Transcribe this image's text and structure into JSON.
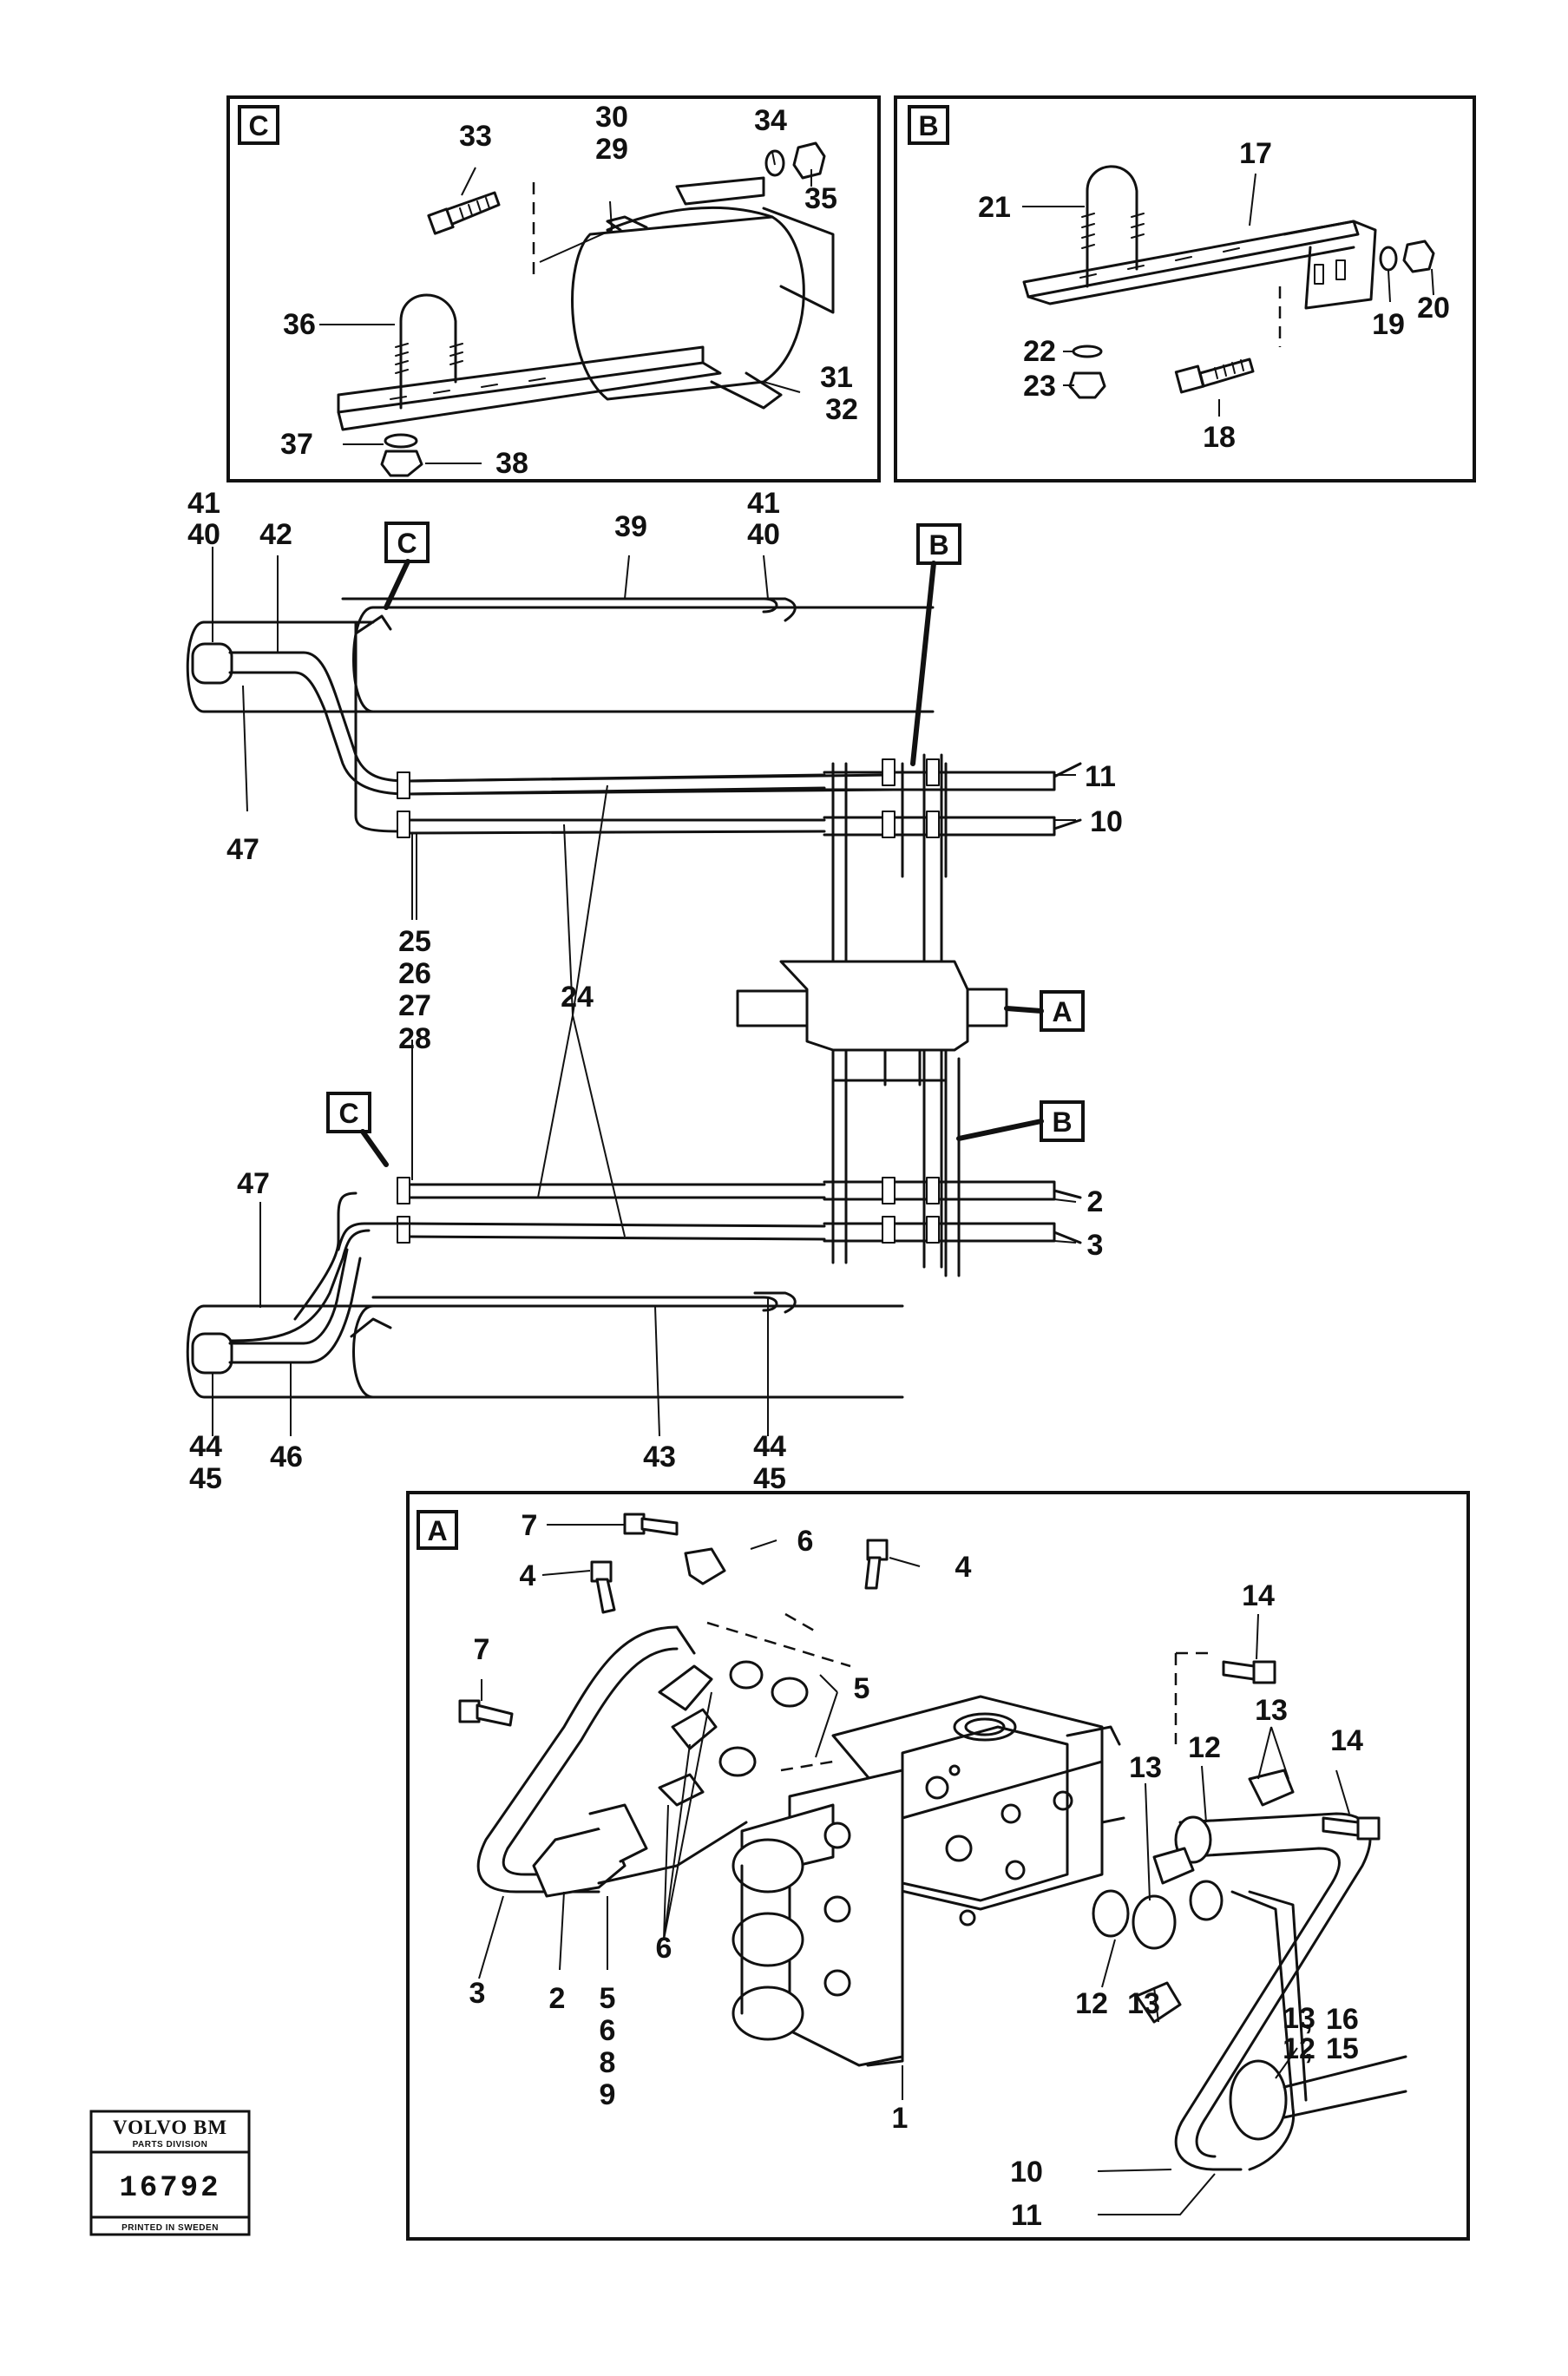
{
  "detail_panels": {
    "C": {
      "tag": "C"
    },
    "B": {
      "tag": "B"
    },
    "A": {
      "tag": "A"
    }
  },
  "view_tags": {
    "c_upper": "C",
    "b_upper": "B",
    "a_middle": "A",
    "b_lower": "B",
    "c_lower": "C"
  },
  "callouts": {
    "c29": "29",
    "c30": "30",
    "c31": "31",
    "c32": "32",
    "c33": "33",
    "c34": "34",
    "c35": "35",
    "c36": "36",
    "c37": "37",
    "c38": "38",
    "b17": "17",
    "b18": "18",
    "b19": "19",
    "b20": "20",
    "b21": "21",
    "b22": "22",
    "b23": "23",
    "m40a": "40",
    "m41a": "41",
    "m42": "42",
    "m39": "39",
    "m40b": "40",
    "m41b": "41",
    "m47a": "47",
    "m11": "11",
    "m10": "10",
    "m25": "25",
    "m26": "26",
    "m27": "27",
    "m28": "28",
    "m24": "24",
    "m47b": "47",
    "m2": "2",
    "m3": "3",
    "m44a": "44",
    "m45a": "45",
    "m46": "46",
    "m43": "43",
    "m44b": "44",
    "m45b": "45",
    "a7a": "7",
    "a6a": "6",
    "a4a": "4",
    "a4b": "4",
    "a7b": "7",
    "a5": "5",
    "a3": "3",
    "a2": "2",
    "a5b": "5",
    "a6b": "6",
    "a8": "8",
    "a9": "9",
    "a6c": "6",
    "a1": "1",
    "a14a": "14",
    "a13a": "13",
    "a14b": "14",
    "a12a": "12",
    "a13b": "13",
    "a12b": "12",
    "a13c": "13",
    "a13d": "13",
    "a16": "16",
    "a12c": "12",
    "a15": "15",
    "a10": "10",
    "a11": "11"
  },
  "logo": {
    "brand": "VOLVO BM",
    "division": "PARTS DIVISION",
    "number": "16792",
    "printed": "PRINTED IN SWEDEN"
  }
}
